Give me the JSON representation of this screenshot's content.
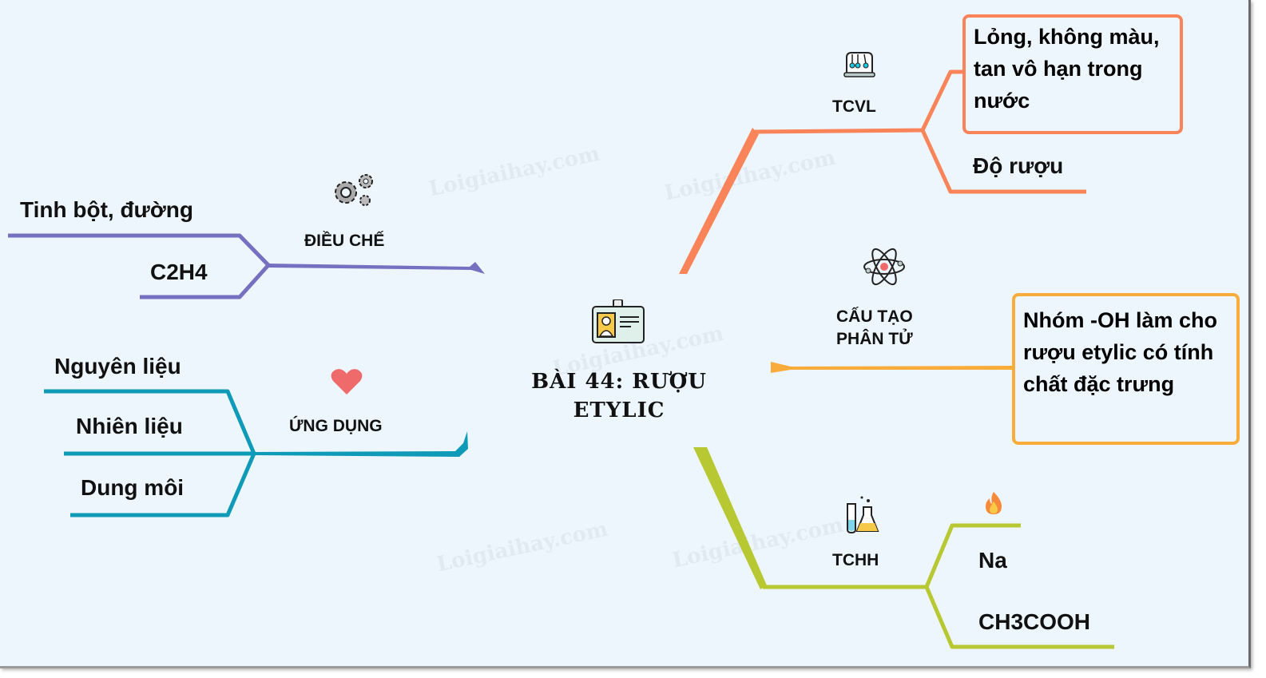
{
  "center": {
    "title_line1": "BÀI 44: RƯỢU",
    "title_line2": "ETYLIC",
    "icon": "id-card-icon"
  },
  "branches": {
    "tcvl": {
      "label": "TCVL",
      "icon": "newtons-cradle-icon",
      "color": "#f9845a",
      "items": [
        "Lỏng, không màu, tan vô hạn trong nước",
        "Độ rượu"
      ]
    },
    "cau_tao": {
      "label_line1": "CẤU TẠO",
      "label_line2": "PHÂN TỬ",
      "icon": "atom-icon",
      "color": "#f9ac3a",
      "items": [
        "Nhóm -OH làm cho rượu etylic có tính chất đặc trưng"
      ]
    },
    "tchh": {
      "label": "TCHH",
      "icon": "flask-icon",
      "color": "#b7c832",
      "sub_icon": "fire-icon",
      "items": [
        "Na",
        "CH3COOH"
      ]
    },
    "dieu_che": {
      "label": "ĐIỀU CHẾ",
      "icon": "gears-icon",
      "color": "#7570c0",
      "items": [
        "Tinh bột, đường",
        "C2H4"
      ]
    },
    "ung_dung": {
      "label": "ỨNG DỤNG",
      "icon": "heart-icon",
      "color": "#0f9bb8",
      "items": [
        "Nguyên liệu",
        "Nhiên liệu",
        "Dung môi"
      ]
    }
  },
  "watermark": "Loigiaihay.com"
}
